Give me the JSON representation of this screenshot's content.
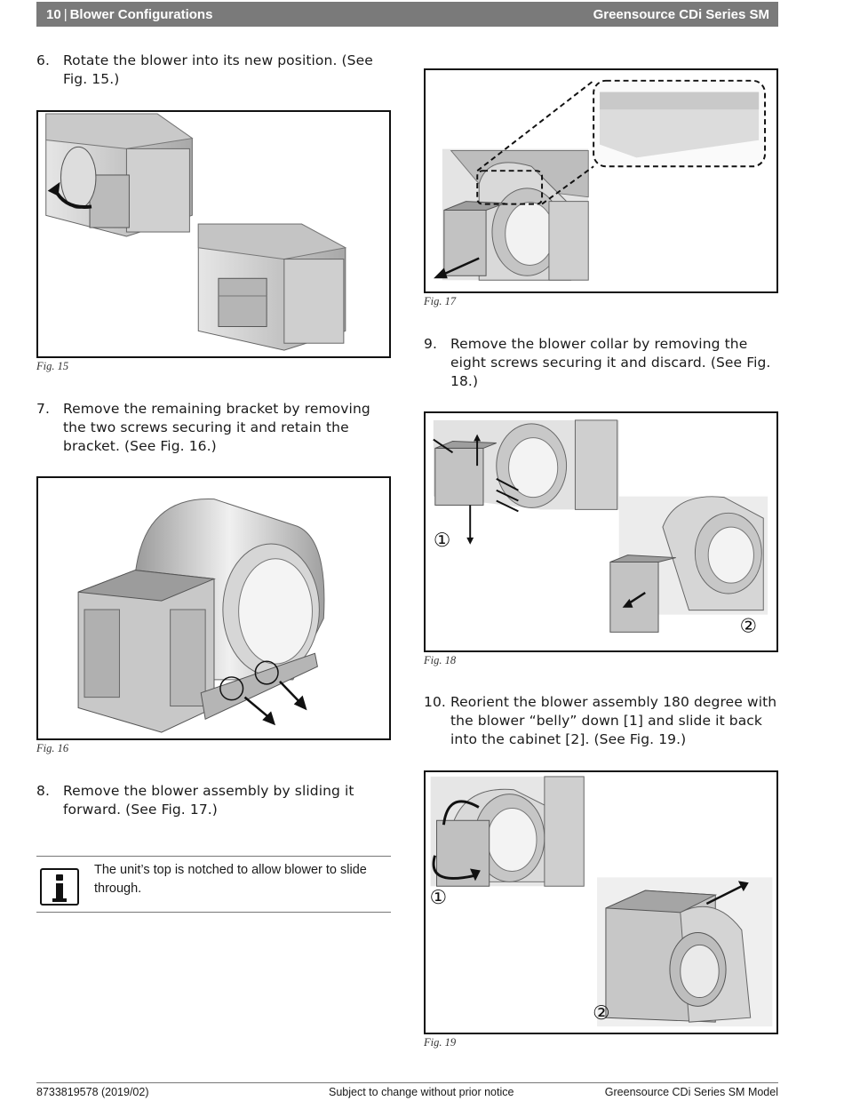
{
  "header": {
    "page_number": "10",
    "section_title": "Blower Configurations",
    "doc_title": "Greensource CDi Series SM"
  },
  "steps": [
    {
      "num": "6.",
      "text": "Rotate the blower into its new position. (See Fig. 15.)"
    },
    {
      "num": "7.",
      "text": "Remove the remaining bracket by removing the two screws securing it and retain the bracket. (See Fig. 16.)"
    },
    {
      "num": "8.",
      "text": "Remove the blower assembly by sliding it forward. (See Fig. 17.)"
    },
    {
      "num": "9.",
      "text": "Remove the blower collar by removing the eight screws securing it and discard. (See Fig. 18.)"
    },
    {
      "num": "10.",
      "text": "Reorient the blower assembly 180 degree with the blower “belly” down [1] and slide it back into the cabinet [2]. (See Fig. 19.)"
    }
  ],
  "figures": {
    "fig15": {
      "caption": "Fig. 15"
    },
    "fig16": {
      "caption": "Fig. 16"
    },
    "fig17": {
      "caption": "Fig. 17"
    },
    "fig18": {
      "caption": "Fig. 18",
      "callouts": [
        "①",
        "②"
      ]
    },
    "fig19": {
      "caption": "Fig. 19",
      "callouts": [
        "①",
        "②"
      ]
    }
  },
  "note": {
    "icon": "info-icon",
    "text": "The unit’s top is notched to allow blower to slide through."
  },
  "footer": {
    "doc_number": "8733819578 (2019/02)",
    "notice": "Subject to change without prior notice",
    "model": "Greensource CDi Series SM Model"
  }
}
